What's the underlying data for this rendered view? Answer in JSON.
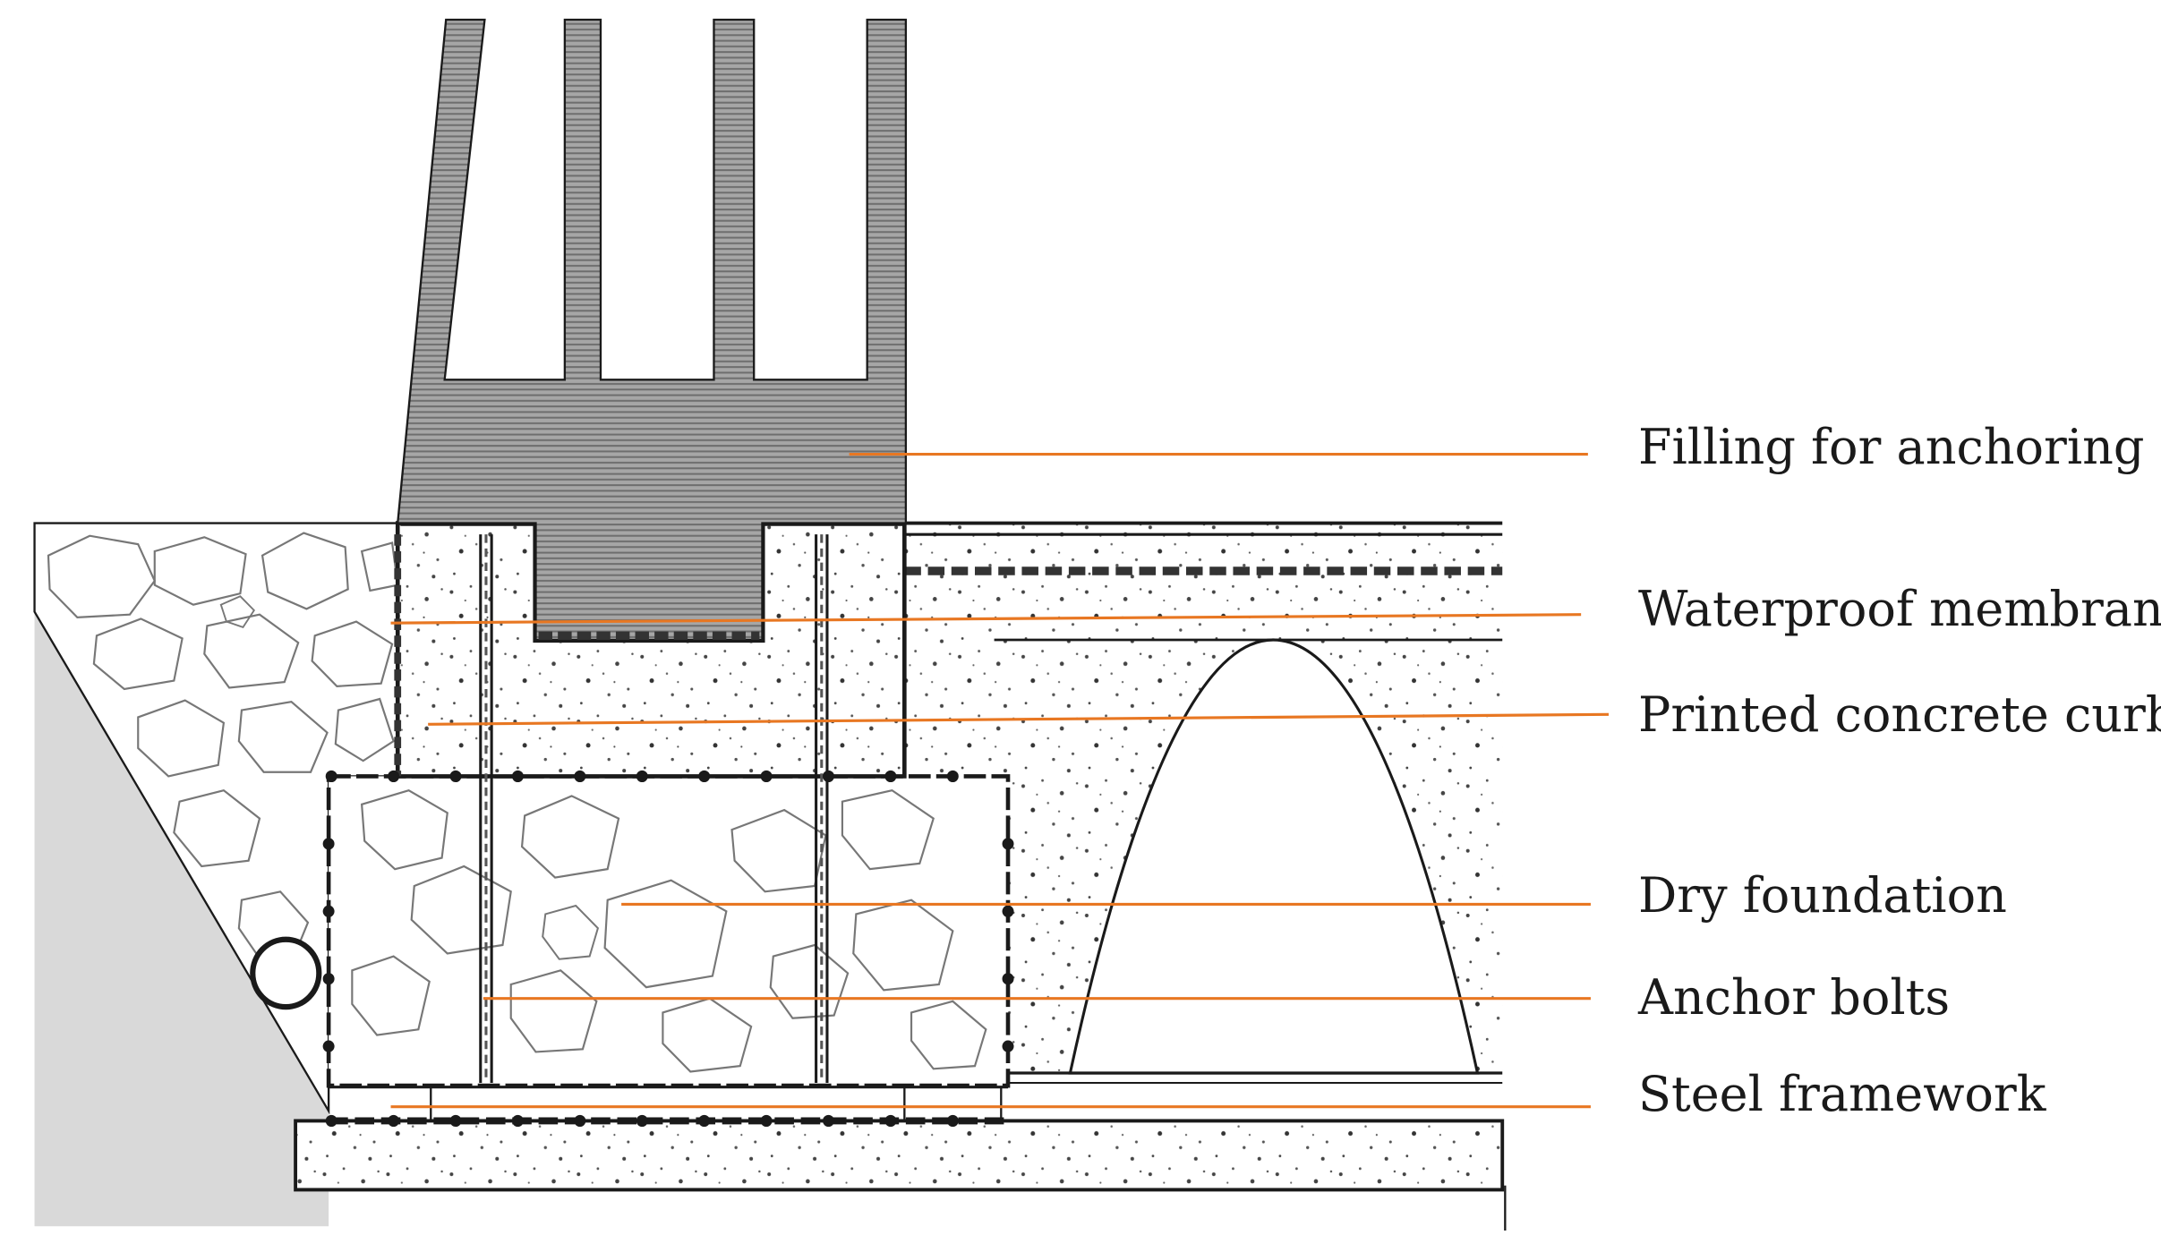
{
  "diagram": {
    "labels": [
      "Filling for anchoring",
      "Waterproof membrane",
      "Printed concrete curb",
      "Dry foundation",
      "Anchor bolts",
      "Steel framework"
    ],
    "colors": {
      "leader": "#e87722",
      "ink": "#1a1a1a",
      "soil": "#d9d9d9",
      "concrete": "#ffffff",
      "filling": "#8c8c8c"
    }
  }
}
